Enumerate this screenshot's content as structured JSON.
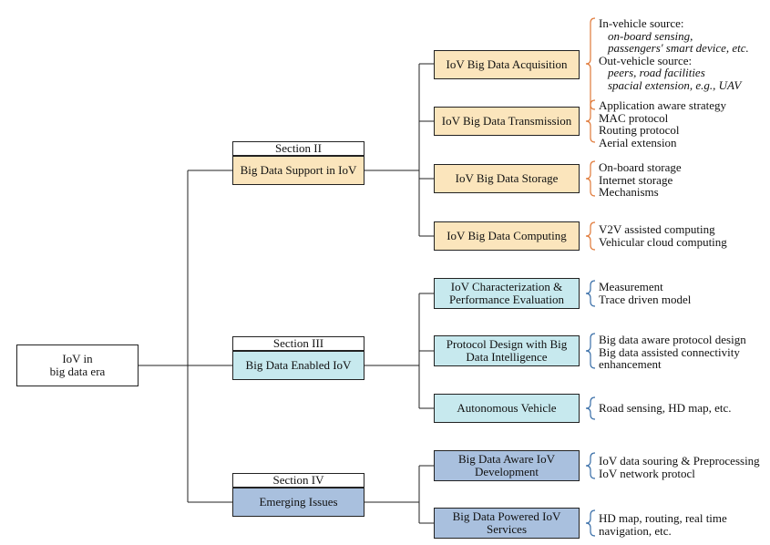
{
  "root": {
    "label": "IoV in\nbig data era"
  },
  "sections": [
    {
      "header": "Section II",
      "title": "Big Data Support in IoV",
      "color": "#fbe5bc"
    },
    {
      "header": "Section III",
      "title": "Big Data Enabled  IoV",
      "color": "#c7e9ee"
    },
    {
      "header": "Section IV",
      "title": "Emerging Issues",
      "color": "#a9c0de"
    }
  ],
  "topics": [
    {
      "label": "IoV Big Data Acquisition"
    },
    {
      "label": "IoV Big Data Transmission"
    },
    {
      "label": "IoV Big Data Storage"
    },
    {
      "label": "IoV Big Data Computing"
    },
    {
      "label": "IoV Characterization &\nPerformance Evaluation"
    },
    {
      "label": "Protocol Design with Big\nData Intelligence"
    },
    {
      "label": "Autonomous Vehicle"
    },
    {
      "label": "Big Data Aware IoV\nDevelopment"
    },
    {
      "label": "Big Data Powered IoV\nServices"
    }
  ],
  "notes": [
    {
      "lines": [
        "In-vehicle source:",
        "on-board sensing,",
        "passengers' smart device, etc.",
        "Out-vehicle source:",
        "peers, road facilities",
        "spacial extension, e.g., UAV"
      ]
    },
    {
      "lines": [
        "Application aware strategy",
        "MAC protocol",
        "Routing protocol",
        "Aerial extension"
      ]
    },
    {
      "lines": [
        "On-board storage",
        "Internet storage",
        "Mechanisms"
      ]
    },
    {
      "lines": [
        "V2V assisted computing",
        "Vehicular cloud computing"
      ]
    },
    {
      "lines": [
        "Measurement",
        "Trace driven model"
      ]
    },
    {
      "lines": [
        "Big data aware protocol design",
        "Big data assisted connectivity",
        "enhancement"
      ]
    },
    {
      "lines": [
        "Road sensing, HD map, etc."
      ]
    },
    {
      "lines": [
        "IoV data souring & Preprocessing",
        "IoV network protocl"
      ]
    },
    {
      "lines": [
        "HD map, routing, real time",
        "navigation, etc."
      ]
    }
  ],
  "colors": {
    "brace_orange": "#e07a3a",
    "brace_blue": "#3a6fa8",
    "line": "#222222"
  }
}
